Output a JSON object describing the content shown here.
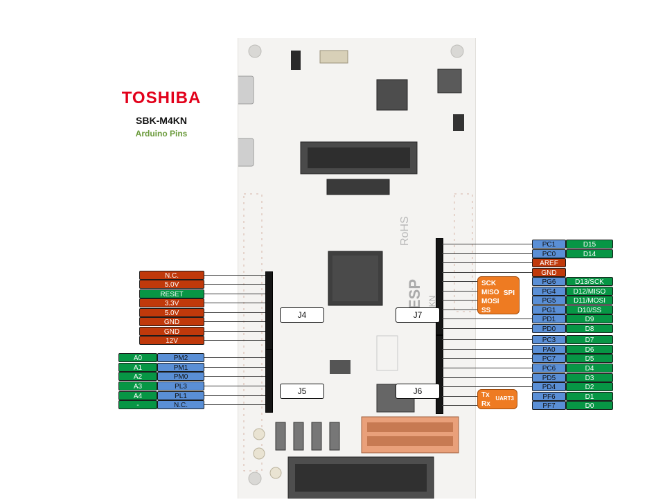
{
  "brand": "TOSHIBA",
  "model": "SBK-M4KN",
  "subtitle": "Arduino Pins",
  "board_silkscreen": {
    "esp": "ESP",
    "rohs": "RoHS",
    "m4kn": "M4KN"
  },
  "connectors": {
    "j4": "J4",
    "j5": "J5",
    "j6": "J6",
    "j7": "J7"
  },
  "power": [
    {
      "label": "N.C."
    },
    {
      "label": "5.0V"
    },
    {
      "label": "RESET"
    },
    {
      "label": "3.3V"
    },
    {
      "label": "5.0V"
    },
    {
      "label": "GND"
    },
    {
      "label": "GND"
    },
    {
      "label": "12V"
    }
  ],
  "analog": [
    {
      "arduino": "A0",
      "mcu": "PM2"
    },
    {
      "arduino": "A1",
      "mcu": "PM1"
    },
    {
      "arduino": "A2",
      "mcu": "PM0"
    },
    {
      "arduino": "A3",
      "mcu": "PL3"
    },
    {
      "arduino": "A4",
      "mcu": "PL1"
    },
    {
      "arduino": "-",
      "mcu": "N.C."
    }
  ],
  "j7": [
    {
      "mcu": "PC1",
      "arduino": "D15"
    },
    {
      "mcu": "PC0",
      "arduino": "D14"
    },
    {
      "mcu": "AREF",
      "arduino": ""
    },
    {
      "mcu": "GND",
      "arduino": ""
    },
    {
      "mcu": "PG6",
      "arduino": "D13/SCK"
    },
    {
      "mcu": "PG4",
      "arduino": "D12/MISO"
    },
    {
      "mcu": "PG5",
      "arduino": "D11/MOSI"
    },
    {
      "mcu": "PG1",
      "arduino": "D10/SS"
    },
    {
      "mcu": "PD1",
      "arduino": "D9"
    },
    {
      "mcu": "PD0",
      "arduino": "D8"
    }
  ],
  "j6": [
    {
      "mcu": "PC3",
      "arduino": "D7"
    },
    {
      "mcu": "PA0",
      "arduino": "D6"
    },
    {
      "mcu": "PC7",
      "arduino": "D5"
    },
    {
      "mcu": "PC6",
      "arduino": "D4"
    },
    {
      "mcu": "PD5",
      "arduino": "D3"
    },
    {
      "mcu": "PD4",
      "arduino": "D2"
    },
    {
      "mcu": "PF6",
      "arduino": "D1"
    },
    {
      "mcu": "PF7",
      "arduino": "D0"
    }
  ],
  "spi": {
    "lines": [
      "SCK",
      "MISO",
      "MOSI",
      "SS"
    ],
    "name": "SPI"
  },
  "uart": {
    "lines": [
      "Tx",
      "Rx"
    ],
    "name": "UART3"
  },
  "colors": {
    "brand_red": "#e2001a",
    "power_red": "#c0390b",
    "arduino_green": "#079645",
    "mcu_blue": "#5a8fd6",
    "bus_orange": "#ee7b22",
    "subtitle_green": "#6a9a3a"
  }
}
